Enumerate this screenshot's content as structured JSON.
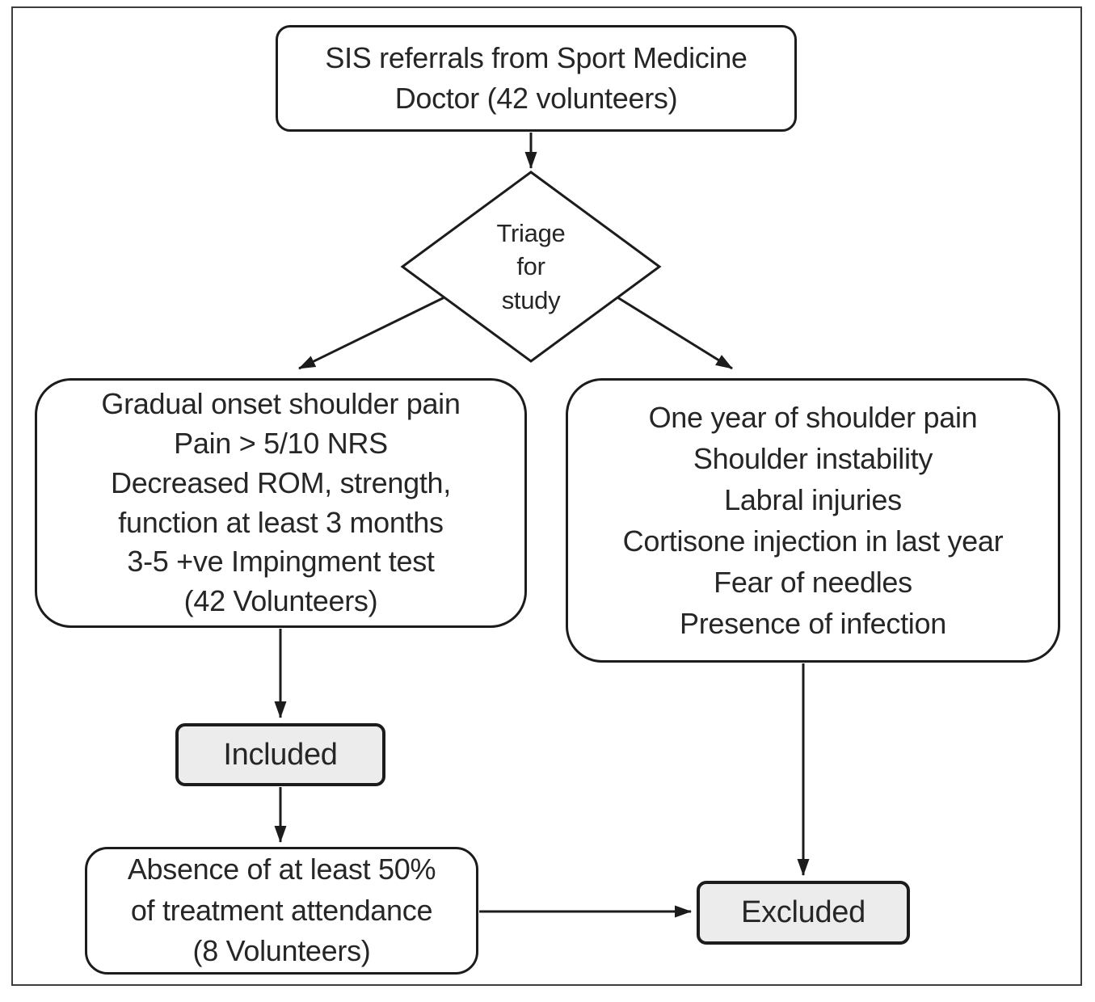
{
  "flowchart": {
    "title_semantic": "SIS study inclusion-exclusion flowchart",
    "referrals_box": {
      "text": "SIS referrals from Sport Medicine\nDoctor (42 volunteers)"
    },
    "triage_diamond": {
      "text": "Triage\nfor\nstudy"
    },
    "inclusion_criteria_box": {
      "text": "Gradual onset shoulder pain\nPain > 5/10 NRS\nDecreased ROM, strength,\nfunction at least 3 months\n3-5 +ve Impingment test\n(42 Volunteers)"
    },
    "exclusion_criteria_box": {
      "text": "One year of shoulder pain\nShoulder instability\nLabral injuries\nCortisone injection in last year\nFear of needles\nPresence of infection"
    },
    "included_box": {
      "label": "Included"
    },
    "attendance_box": {
      "text": "Absence of at least 50%\nof treatment attendance\n(8 Volunteers)"
    },
    "excluded_box": {
      "label": "Excluded"
    },
    "colors": {
      "line": "#1c1c1c",
      "box_border": "#1c1c1c",
      "terminal_fill": "#ececec",
      "background": "#ffffff",
      "frame_border": "#3d3d3d"
    }
  }
}
